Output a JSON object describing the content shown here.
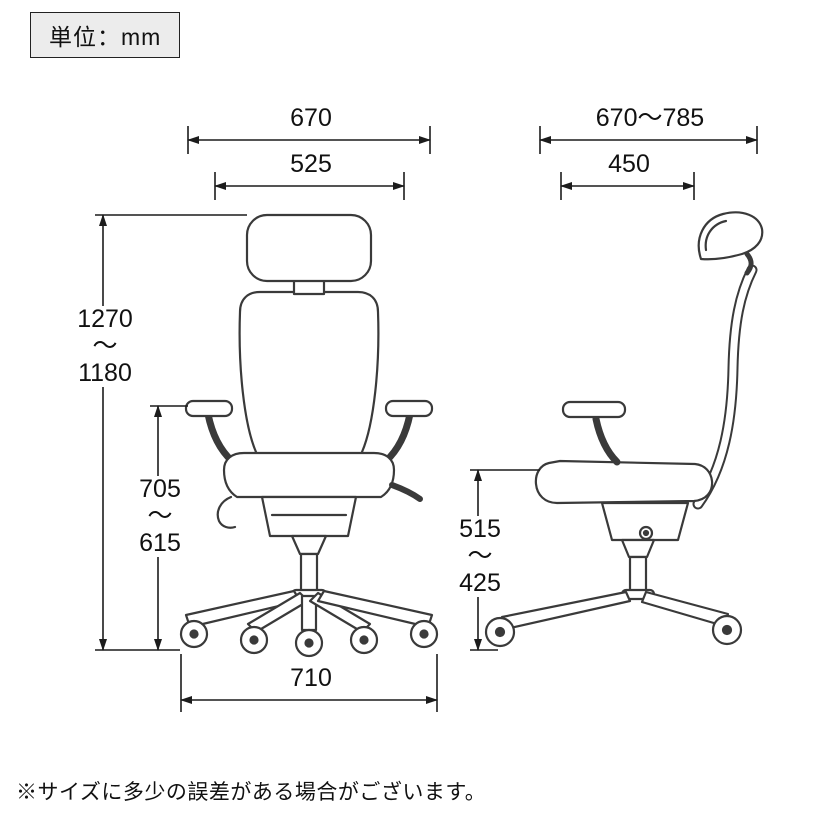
{
  "unit_label": "単位：mm",
  "footnote": "※サイズに多少の誤差がある場合がございます。",
  "dimensions": {
    "range_separator": "〜",
    "front": {
      "overall_width": "670",
      "backrest_width": "525",
      "overall_height_max": "1270",
      "overall_height_min": "1180",
      "armrest_height_max": "705",
      "armrest_height_min": "615",
      "base_width": "710"
    },
    "side": {
      "overall_depth": "670〜785",
      "seat_depth": "450",
      "seat_height_max": "515",
      "seat_height_min": "425"
    }
  }
}
